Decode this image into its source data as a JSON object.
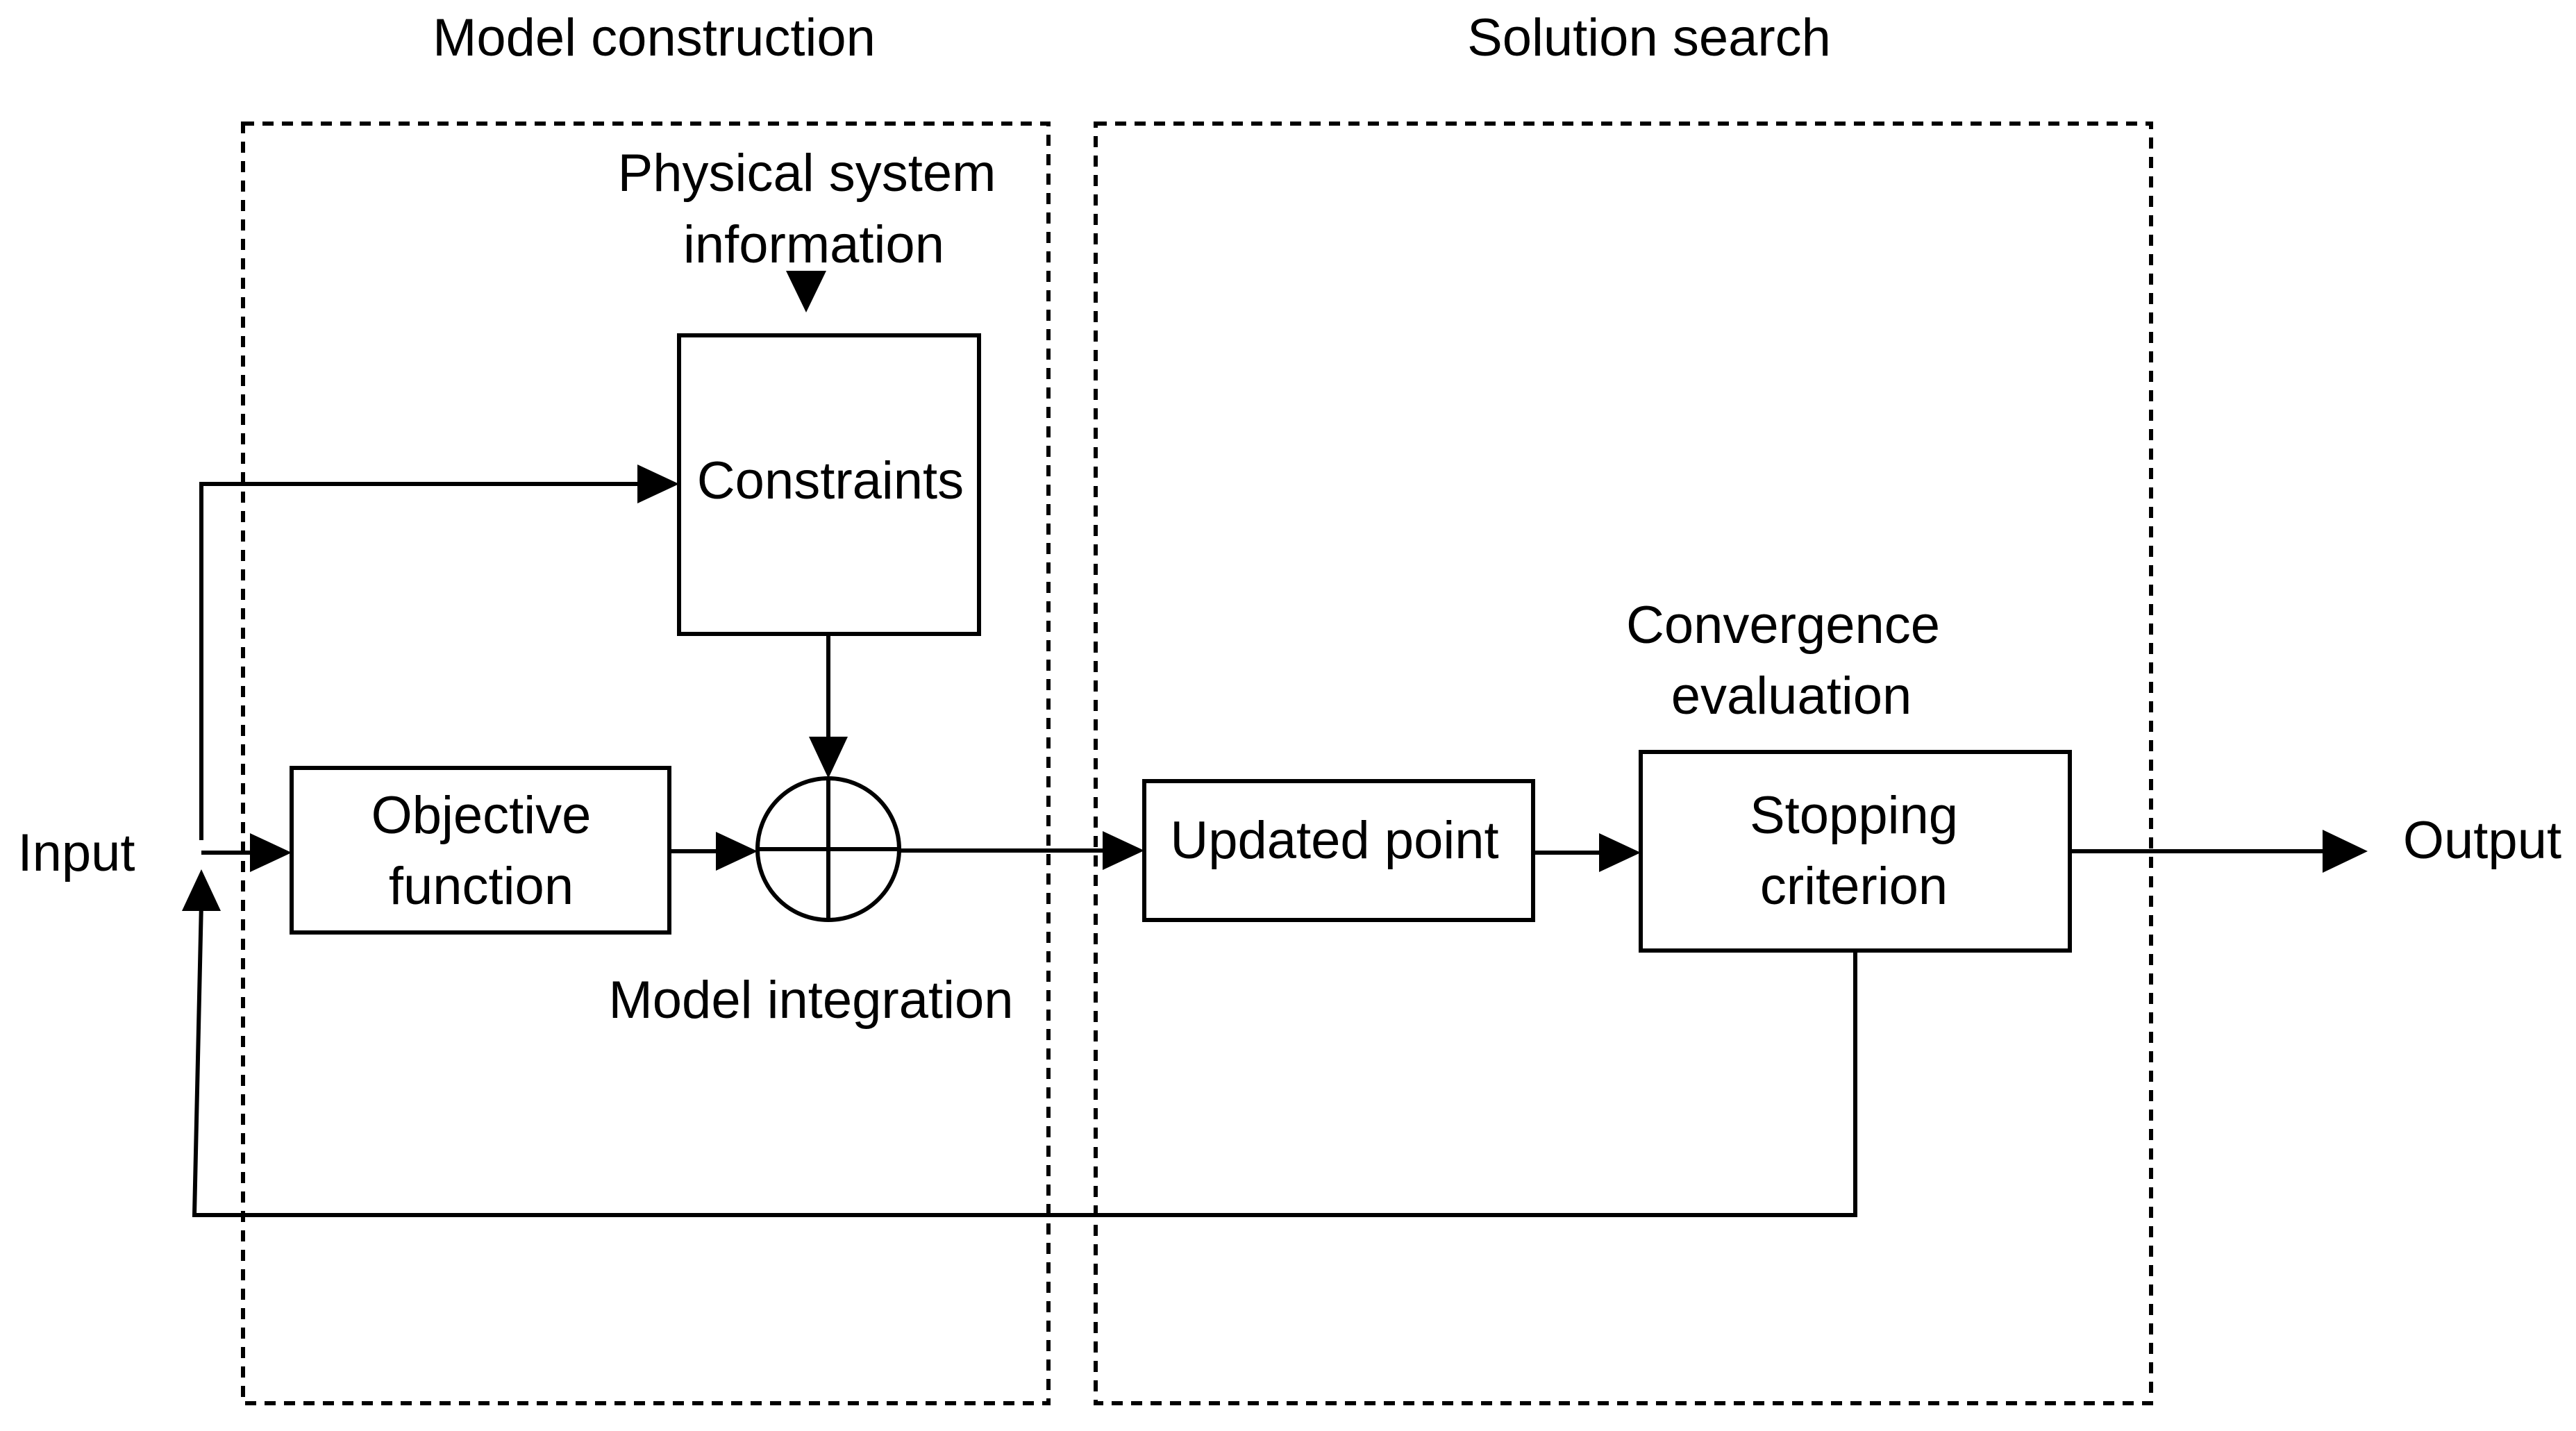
{
  "sections": {
    "model_construction": "Model construction",
    "solution_search": "Solution search"
  },
  "labels": {
    "physical_info_line1": "Physical system",
    "physical_info_line2": "information",
    "model_integration": "Model integration",
    "convergence_line1": "Convergence",
    "convergence_line2": "evaluation",
    "input": "Input",
    "output": "Output"
  },
  "blocks": {
    "constraints": "Constraints",
    "objective_line1": "Objective",
    "objective_line2": "function",
    "updated_point": "Updated point",
    "stopping_line1": "Stopping",
    "stopping_line2": "criterion"
  },
  "icons": {
    "summing_junction": "summing-junction-circle-plus"
  }
}
